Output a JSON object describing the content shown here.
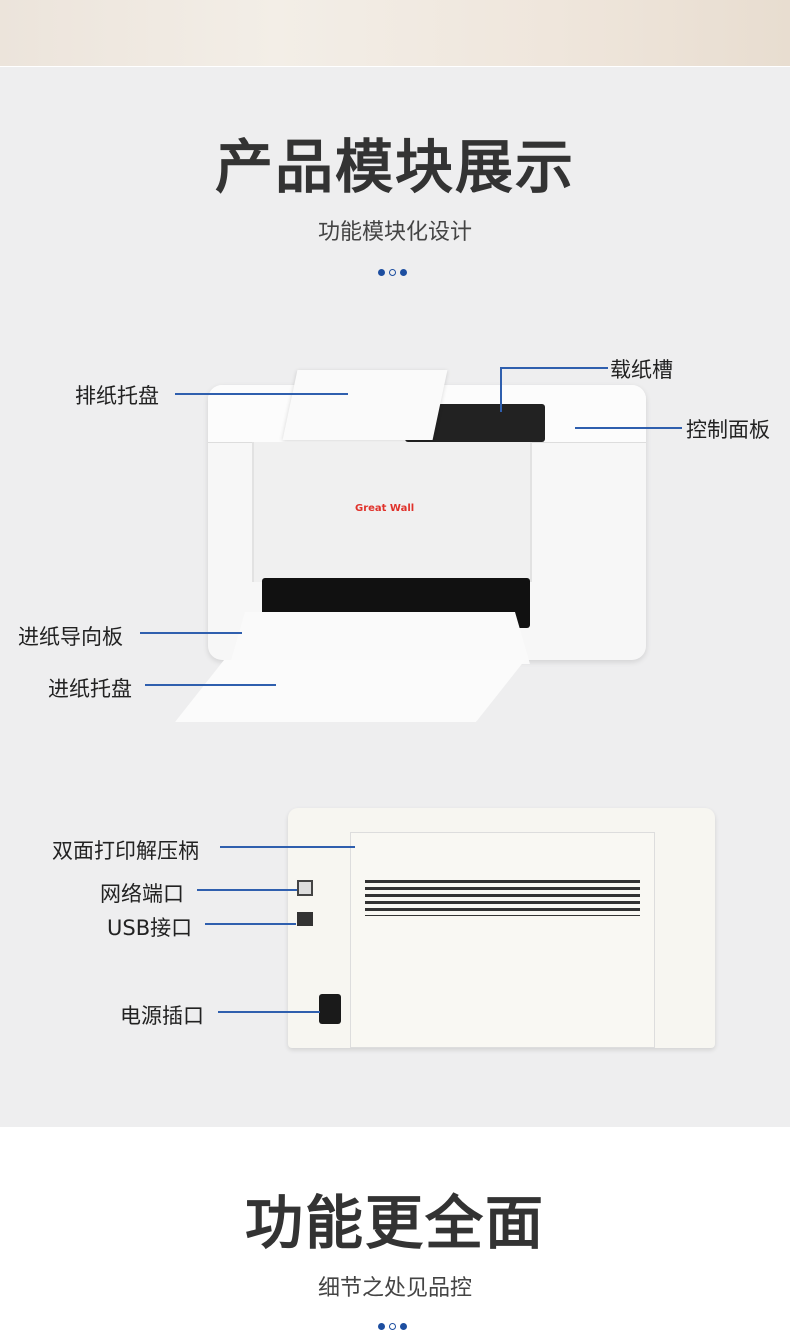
{
  "section1": {
    "title": "产品模块展示",
    "subtitle": "功能模块化设计"
  },
  "front_labels": {
    "output_tray": "排纸托盘",
    "paper_slot": "载纸槽",
    "control_panel": "控制面板",
    "paper_guide": "进纸导向板",
    "input_tray": "进纸托盘"
  },
  "back_labels": {
    "duplex_lever": "双面打印解压柄",
    "network_port": "网络端口",
    "usb_port": "USB接口",
    "power_socket": "电源插口"
  },
  "brand": {
    "logo_text": "Great Wall",
    "color": "#e0322b"
  },
  "section2": {
    "title": "功能更全面",
    "subtitle": "细节之处见品控"
  },
  "colors": {
    "accent": "#1d4ea0",
    "line": "#2f5fae"
  }
}
